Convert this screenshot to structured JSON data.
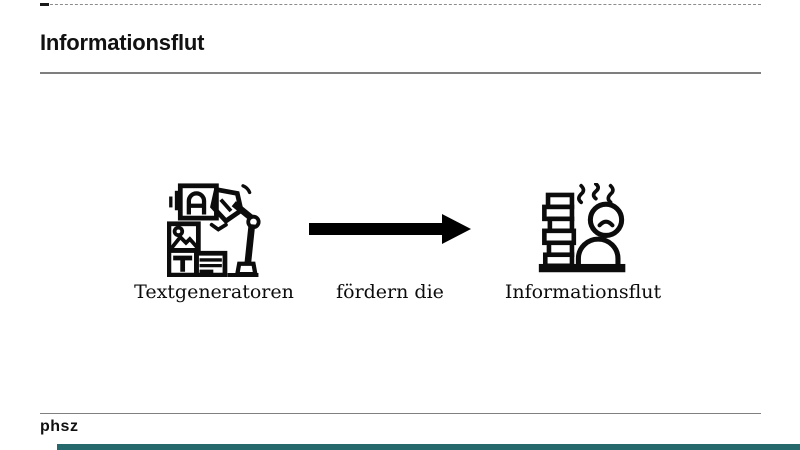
{
  "slide": {
    "title": "Informationsflut",
    "footer_logo": "phsz"
  },
  "diagram": {
    "source": {
      "label": "Textgeneratoren",
      "icon": "text-generator-robot-arm-icon"
    },
    "relation": {
      "label": "fördern die",
      "icon": "arrow-right-icon"
    },
    "target": {
      "label": "Informationsflut",
      "icon": "paper-stack-overwhelmed-person-icon"
    }
  },
  "colors": {
    "accent_bar": "#26696c",
    "rule_gray": "#808080",
    "ink": "#0c0c0c"
  }
}
